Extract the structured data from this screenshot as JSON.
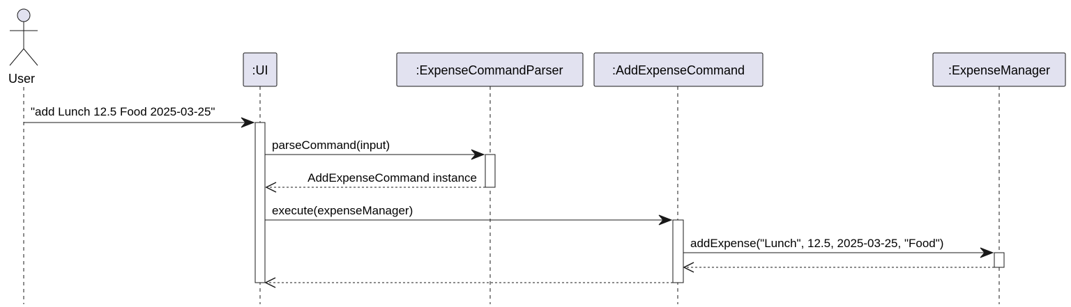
{
  "actor": {
    "label": "User"
  },
  "participants": [
    {
      "id": "ui",
      "label": ":UI"
    },
    {
      "id": "parser",
      "label": ":ExpenseCommandParser"
    },
    {
      "id": "cmd",
      "label": ":AddExpenseCommand"
    },
    {
      "id": "mgr",
      "label": ":ExpenseManager"
    }
  ],
  "messages": [
    {
      "from": "user",
      "to": "ui",
      "label": "\"add Lunch 12.5 Food 2025-03-25\"",
      "type": "sync"
    },
    {
      "from": "ui",
      "to": "parser",
      "label": "parseCommand(input)",
      "type": "sync"
    },
    {
      "from": "parser",
      "to": "ui",
      "label": "AddExpenseCommand instance",
      "type": "return"
    },
    {
      "from": "ui",
      "to": "cmd",
      "label": "execute(expenseManager)",
      "type": "sync"
    },
    {
      "from": "cmd",
      "to": "mgr",
      "label": "addExpense(\"Lunch\", 12.5, 2025-03-25, \"Food\")",
      "type": "sync"
    },
    {
      "from": "mgr",
      "to": "cmd",
      "label": "",
      "type": "return"
    },
    {
      "from": "cmd",
      "to": "ui",
      "label": "",
      "type": "return"
    }
  ],
  "colors": {
    "participant_fill": "#e2e2f0",
    "line": "#181818",
    "background": "#ffffff"
  }
}
